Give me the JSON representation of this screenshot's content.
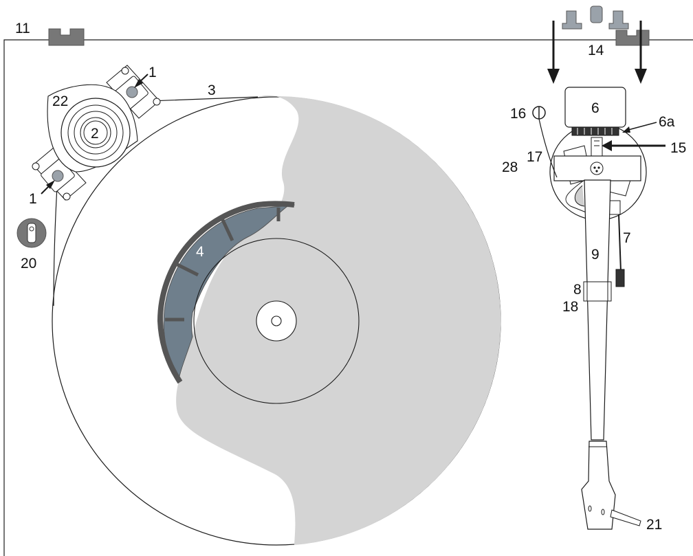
{
  "colors": {
    "line": "#1a1a1a",
    "platter_cutaway": "#d4d4d4",
    "subplatter": "#6f7f8c",
    "subplatter_rim": "#555555",
    "grey_parts": "#777777",
    "foot_grey": "#9aa2aa"
  },
  "labels": {
    "l1a": "1",
    "l1b": "1",
    "l2": "2",
    "l3": "3",
    "l4": "4",
    "l6": "6",
    "l6a": "6a",
    "l7": "7",
    "l8": "8",
    "l9": "9",
    "l11": "11",
    "l14": "14",
    "l15": "15",
    "l16": "16",
    "l17": "17",
    "l18": "18",
    "l20": "20",
    "l21": "21",
    "l22": "22",
    "l28": "28"
  }
}
